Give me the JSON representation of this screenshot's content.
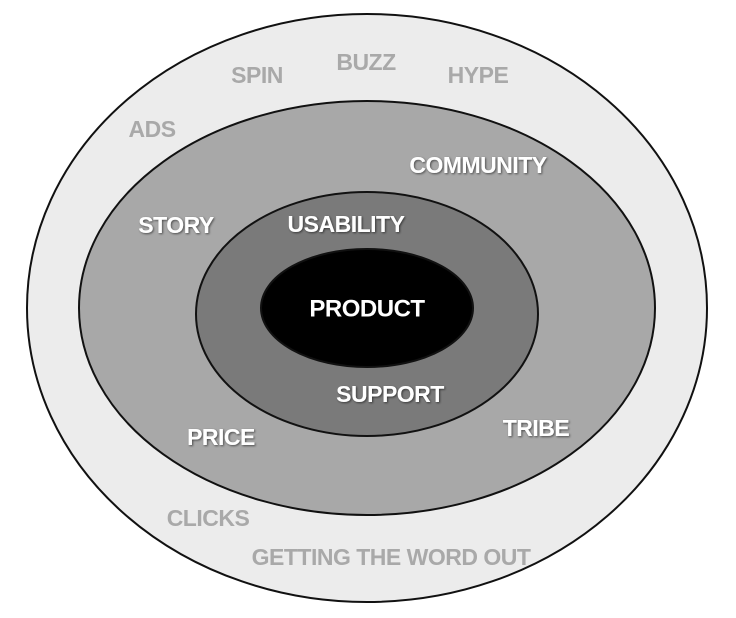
{
  "colors": {
    "outer_ring": "#ececec",
    "middle_ring": "#a8a8a8",
    "inner_ring": "#7a7a7a",
    "core": "#000000",
    "outline": "#111111"
  },
  "rings": {
    "outer": [
      "SPIN",
      "BUZZ",
      "HYPE",
      "ADS",
      "CLICKS",
      "GETTING THE WORD OUT"
    ],
    "middle": [
      "COMMUNITY",
      "STORY",
      "PRICE",
      "TRIBE"
    ],
    "inner": [
      "USABILITY",
      "SUPPORT"
    ],
    "core": "PRODUCT"
  }
}
